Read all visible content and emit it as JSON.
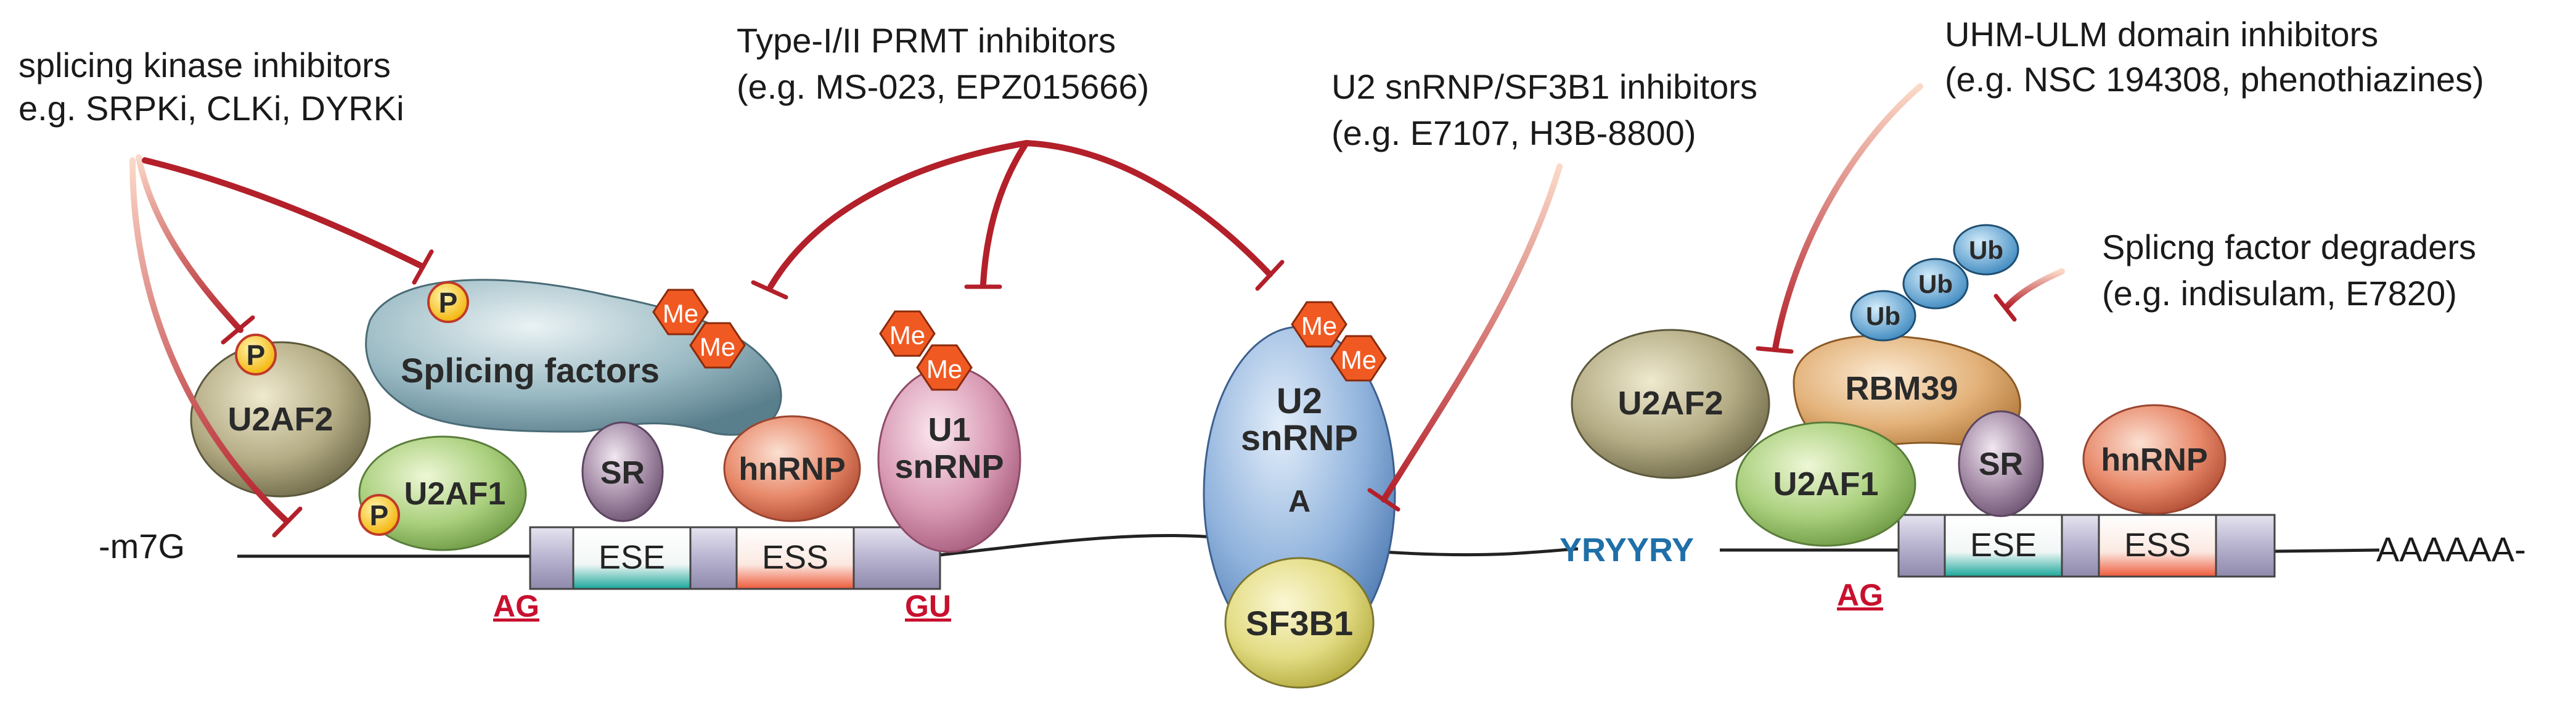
{
  "annotations": {
    "kinase_line1": "splicing kinase inhibitors",
    "kinase_line2": "e.g. SRPKi, CLKi, DYRKi",
    "prmt_line1": "Type-I/II PRMT inhibitors",
    "prmt_line2": "(e.g. MS-023, EPZ015666)",
    "u2_line1": "U2 snRNP/SF3B1 inhibitors",
    "u2_line2": "(e.g. E7107, H3B-8800)",
    "uhm_line1": "UHM-ULM domain inhibitors",
    "uhm_line2": "(e.g. NSC 194308, phenothiazines)",
    "degrader_line1": "Splicng factor degraders",
    "degrader_line2": "(e.g. indisulam, E7820)"
  },
  "proteins": {
    "splicing_factors": "Splicing factors",
    "u2af2_left": "U2AF2",
    "u2af1_left": "U2AF1",
    "sr_left": "SR",
    "hnrnp_left": "hnRNP",
    "u1_line1": "U1",
    "u1_line2": "snRNP",
    "u2_line1": "U2",
    "u2_line2": "snRNP",
    "u2_site": "A",
    "sf3b1": "SF3B1",
    "u2af2_right": "U2AF2",
    "u2af1_right": "U2AF1",
    "rbm39": "RBM39",
    "sr_right": "SR",
    "hnrnp_right": "hnRNP"
  },
  "modifications": {
    "phospho": "P",
    "methyl": "Me",
    "ubiquitin": "Ub"
  },
  "rna": {
    "cap": "-m7G",
    "ese": "ESE",
    "ess": "ESS",
    "ag": "AG",
    "gu": "GU",
    "branch_motif": "YRYYRY",
    "polya": "AAAAAA-"
  },
  "colors": {
    "inhibitor": "#b3202a",
    "phospho_fill": "#ffd21f",
    "methyl_fill": "#f05a22",
    "ubiquitin_fill": "#5aa6d6",
    "site_label": "#c8102e",
    "branch_motif": "#1f6fa8"
  }
}
